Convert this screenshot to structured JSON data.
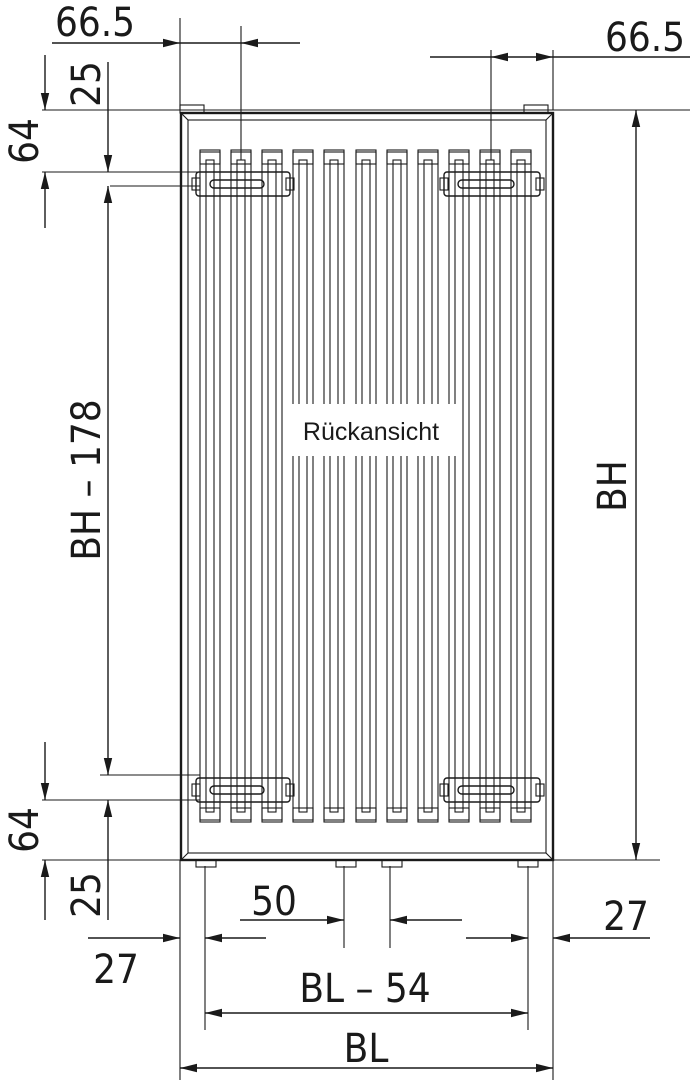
{
  "view_label": "Rückansicht",
  "dimensions": {
    "top_left_offset": "66.5",
    "top_right_offset": "66.5",
    "top_bracket_offset": "25",
    "top_bracket_spacing": "64",
    "bracket_height": "BH – 178",
    "bottom_bracket_spacing": "64",
    "bottom_bracket_offset": "25",
    "total_height": "BH",
    "connection_spacing": "50",
    "left_connection_offset": "27",
    "right_connection_offset": "27",
    "connection_width": "BL – 54",
    "total_width": "BL"
  }
}
